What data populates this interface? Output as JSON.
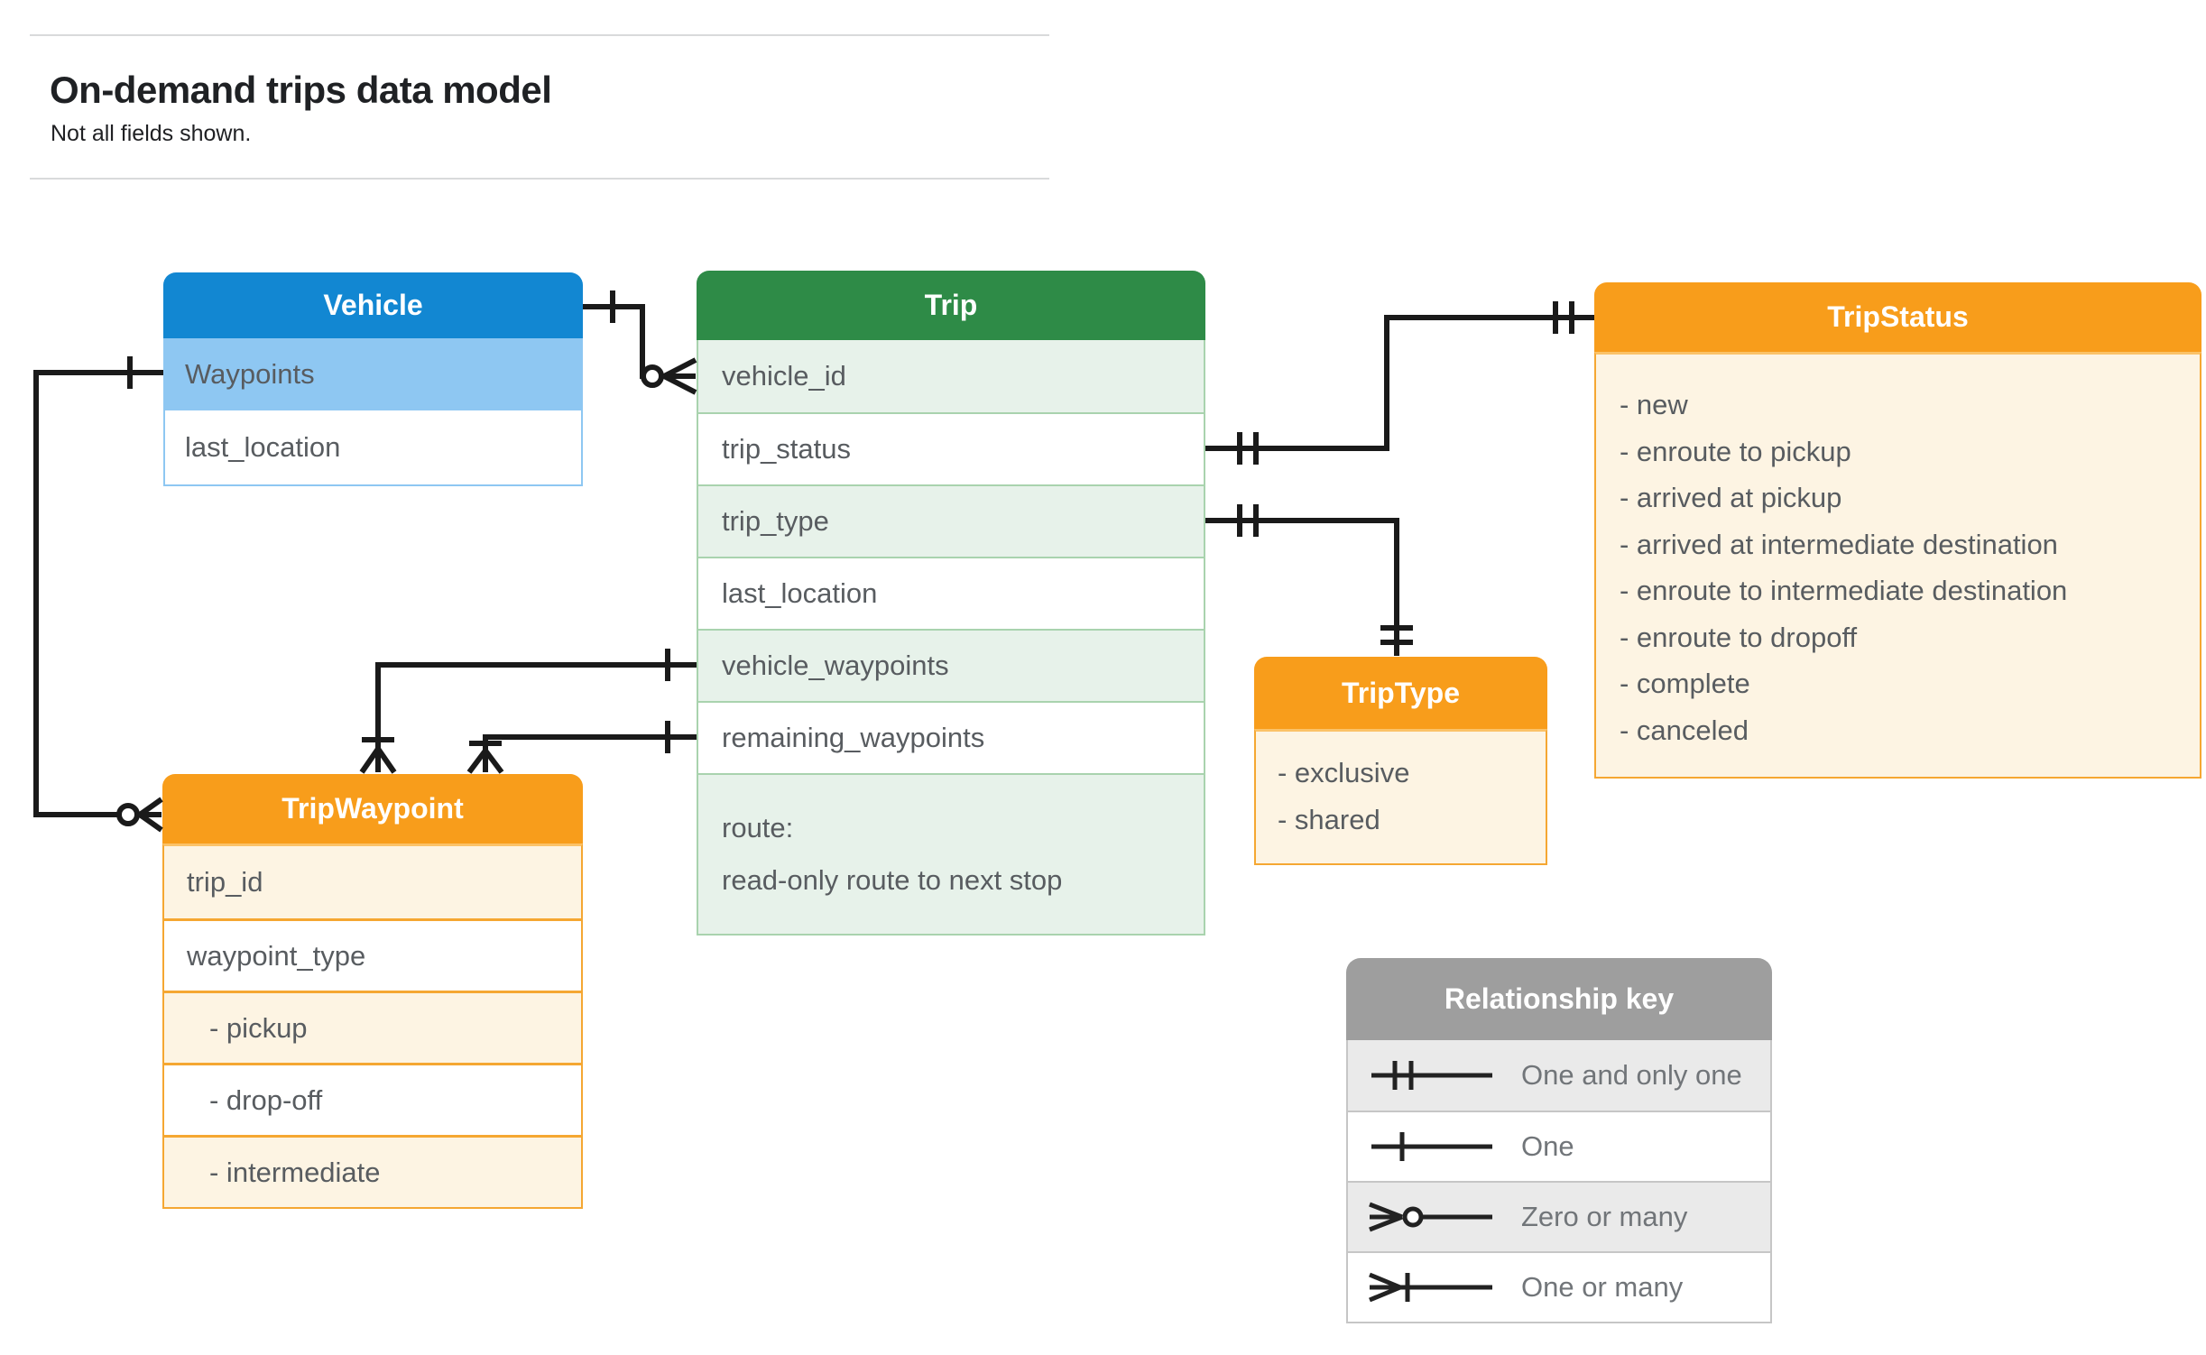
{
  "page": {
    "title": "On-demand trips data model",
    "subtitle": "Not all fields shown."
  },
  "entities": {
    "vehicle": {
      "title": "Vehicle",
      "rows": [
        "Waypoints",
        "last_location"
      ]
    },
    "trip": {
      "title": "Trip",
      "rows": [
        "vehicle_id",
        "trip_status",
        "trip_type",
        "last_location",
        "vehicle_waypoints",
        "remaining_waypoints"
      ],
      "route_row_line1": "route:",
      "route_row_line2": "read-only route to next stop"
    },
    "trip_status": {
      "title": "TripStatus",
      "items": [
        "- new",
        "- enroute to pickup",
        "- arrived at pickup",
        "- arrived at intermediate destination",
        "- enroute to intermediate destination",
        "- enroute to dropoff",
        "- complete",
        "- canceled"
      ]
    },
    "trip_waypoint": {
      "title": "TripWaypoint",
      "rows": [
        "trip_id",
        "waypoint_type",
        "- pickup",
        "- drop-off",
        "- intermediate"
      ]
    },
    "trip_type": {
      "title": "TripType",
      "items": [
        "- exclusive",
        "- shared"
      ]
    }
  },
  "legend": {
    "title": "Relationship key",
    "items": [
      {
        "symbol": "one-and-only-one-symbol",
        "label": "One and only one"
      },
      {
        "symbol": "one-symbol",
        "label": "One"
      },
      {
        "symbol": "zero-or-many-symbol",
        "label": "Zero or many"
      },
      {
        "symbol": "one-or-many-symbol",
        "label": "One or many"
      }
    ]
  },
  "relationships": [
    {
      "from": "Vehicle",
      "to": "Trip.vehicle_id",
      "from_cardinality": "one",
      "to_cardinality": "zero-or-many"
    },
    {
      "from": "Vehicle.Waypoints",
      "to": "TripWaypoint",
      "from_cardinality": "one",
      "to_cardinality": "zero-or-many"
    },
    {
      "from": "Trip.trip_status",
      "to": "TripStatus",
      "from_cardinality": "one-and-only-one",
      "to_cardinality": "one-and-only-one"
    },
    {
      "from": "Trip.trip_type",
      "to": "TripType",
      "from_cardinality": "one-and-only-one",
      "to_cardinality": "one-and-only-one"
    },
    {
      "from": "Trip.vehicle_waypoints",
      "to": "TripWaypoint",
      "from_cardinality": "one",
      "to_cardinality": "one-or-many"
    },
    {
      "from": "Trip.remaining_waypoints",
      "to": "TripWaypoint",
      "from_cardinality": "one",
      "to_cardinality": "one-or-many"
    }
  ],
  "colors": {
    "vehicle_header": "#1287d2",
    "vehicle_row": "#8ec7f2",
    "trip_header": "#2e8b47",
    "trip_row": "#e7f2ea",
    "trip_border": "#a9d3ae",
    "orange_header": "#f89d1b",
    "orange_row": "#fdf4e3",
    "orange_border": "#f5a732",
    "key_header": "#9e9e9e",
    "key_row": "#eaeaea",
    "text": "#585c60",
    "connector": "#1a1a1a"
  }
}
